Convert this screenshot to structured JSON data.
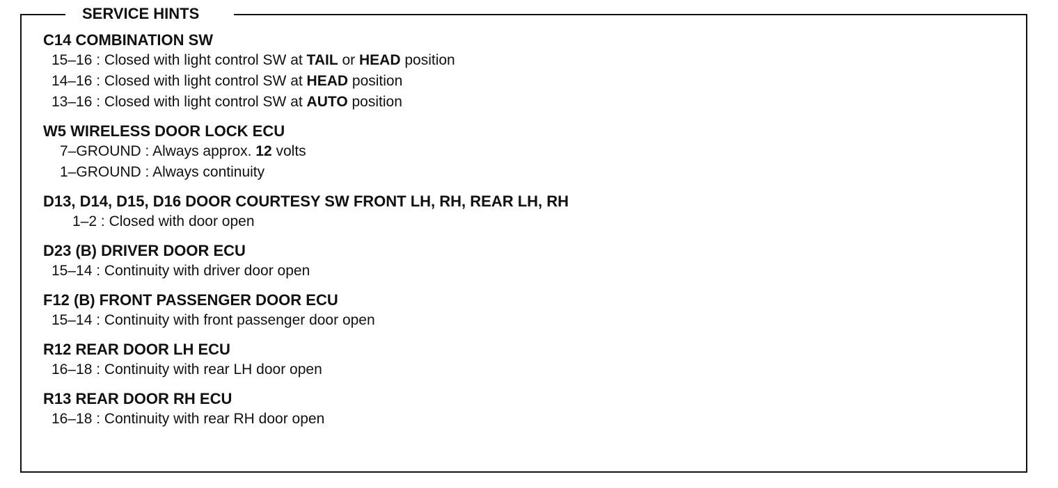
{
  "title": "SERVICE HINTS",
  "sections": [
    {
      "heading": "C14  COMBINATION SW",
      "hints": [
        {
          "terminals": "15–16",
          "sep": " : ",
          "t1": "Closed with light control SW at ",
          "b1": "TAIL",
          "t2": " or ",
          "b2": "HEAD",
          "t3": " position"
        },
        {
          "terminals": "14–16",
          "sep": " : ",
          "t1": "Closed with light control SW at ",
          "b1": "HEAD",
          "t2": " position"
        },
        {
          "terminals": "13–16",
          "sep": " : ",
          "t1": "Closed with light control SW at ",
          "b1": "AUTO",
          "t2": " position"
        }
      ]
    },
    {
      "heading": "W5  WIRELESS DOOR LOCK ECU",
      "hints": [
        {
          "terminals": "7–GROUND",
          "sep": " : ",
          "t1": "Always approx. ",
          "b1": "12",
          "t2": " volts"
        },
        {
          "terminals": "1–GROUND",
          "sep": " : ",
          "t1": "Always continuity"
        }
      ]
    },
    {
      "heading": "D13, D14, D15, D16  DOOR COURTESY SW FRONT LH, RH, REAR LH, RH",
      "hints": [
        {
          "terminals": "1–2",
          "sep": " : ",
          "t1": "Closed with door open"
        }
      ]
    },
    {
      "heading": "D23 (B)  DRIVER DOOR ECU",
      "hints": [
        {
          "terminals": "15–14",
          "sep": " : ",
          "t1": "Continuity with driver door open"
        }
      ]
    },
    {
      "heading": "F12 (B)  FRONT PASSENGER DOOR ECU",
      "hints": [
        {
          "terminals": "15–14",
          "sep": " : ",
          "t1": "Continuity with front passenger door open"
        }
      ]
    },
    {
      "heading": "R12  REAR DOOR LH ECU",
      "hints": [
        {
          "terminals": "16–18",
          "sep": " : ",
          "t1": "Continuity with rear LH door open"
        }
      ]
    },
    {
      "heading": "R13  REAR DOOR RH ECU",
      "hints": [
        {
          "terminals": "16–18",
          "sep": " : ",
          "t1": "Continuity with rear RH door open"
        }
      ]
    }
  ]
}
